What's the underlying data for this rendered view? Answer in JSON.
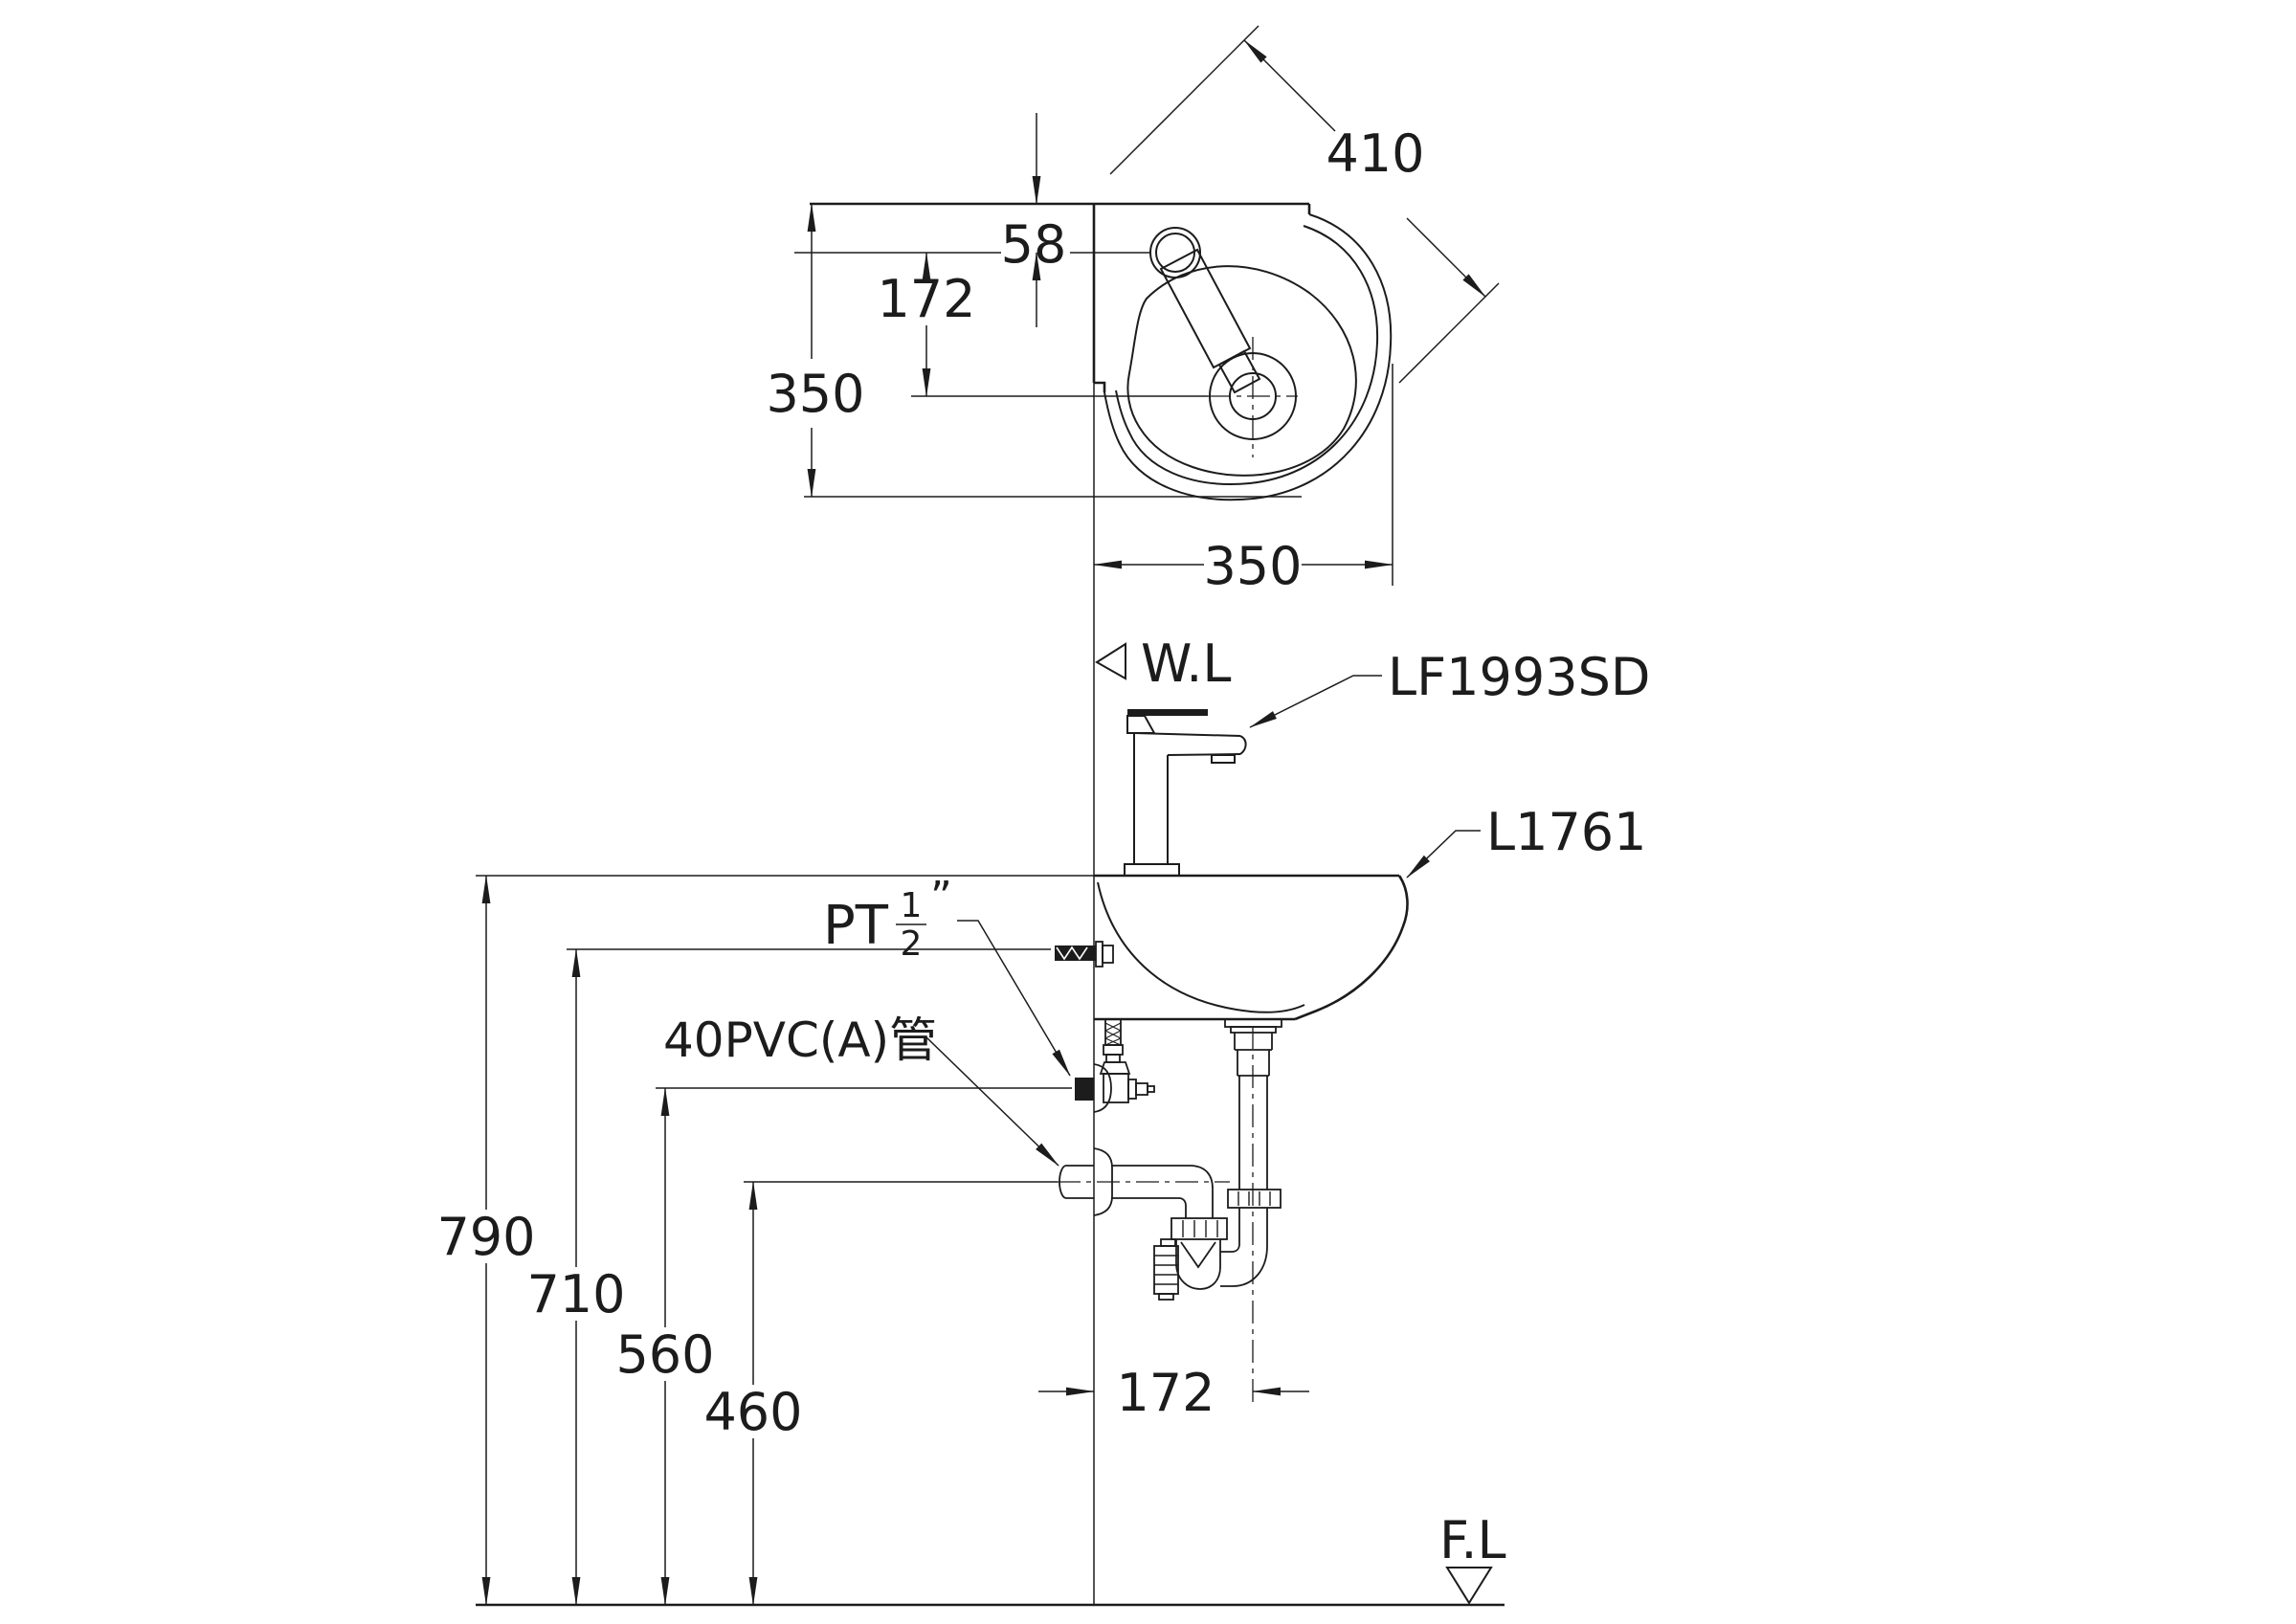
{
  "drawing": {
    "type": "technical-installation-diagram",
    "product": {
      "basin_model": "L1761",
      "faucet_model": "LF1993SD"
    },
    "colors": {
      "line": "#1c1c1c",
      "background": "#ffffff"
    },
    "plan_view": {
      "dim_top_to_faucet": "58",
      "dim_faucet_to_drain": "172",
      "dim_depth": "350",
      "dim_width": "350",
      "dim_diagonal": "410"
    },
    "side_view": {
      "wall_level_label": "W.L",
      "floor_level_label": "F.L",
      "faucet_label": "LF1993SD",
      "basin_label": "L1761",
      "supply_label_full": "PT1/2\"",
      "supply_prefix": "PT",
      "supply_frac_num": "1",
      "supply_frac_den": "2",
      "supply_suffix": "”",
      "waste_pipe_label": "40PVC(A)管",
      "dim_rim_height": "790",
      "dim_bolt_height": "710",
      "dim_supply_height": "560",
      "dim_waste_height": "460",
      "dim_wall_to_drain": "172"
    }
  }
}
